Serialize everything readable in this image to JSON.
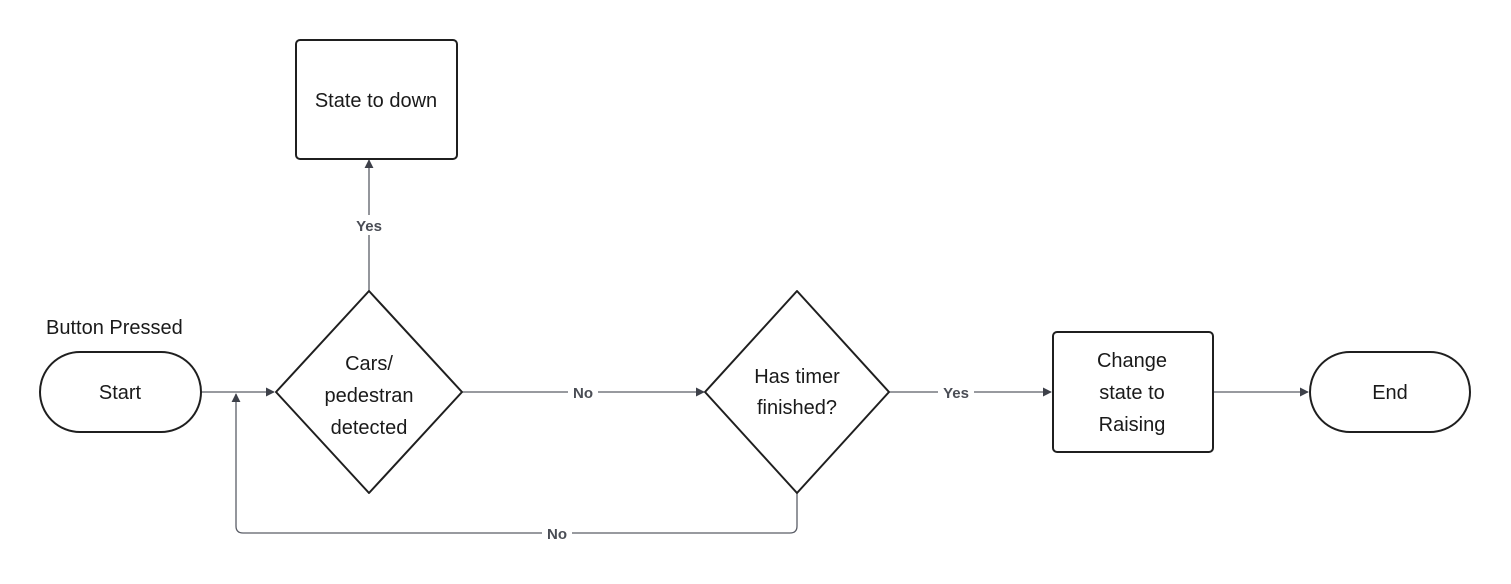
{
  "diagram": {
    "annotation": "Button Pressed",
    "nodes": {
      "start": "Start",
      "detect": [
        "Cars/",
        "pedestran",
        "detected"
      ],
      "state_down": "State to down",
      "timer": [
        "Has timer",
        "finished?"
      ],
      "change_state": [
        "Change",
        "state to",
        "Raising"
      ],
      "end": "End"
    },
    "edges": {
      "detect_yes": "Yes",
      "detect_no": "No",
      "timer_yes": "Yes",
      "timer_no": "No"
    }
  },
  "colors": {
    "shape_stroke": "#1f1f1f",
    "edge_stroke": "#5a5d66",
    "label": "#4a4d55"
  }
}
